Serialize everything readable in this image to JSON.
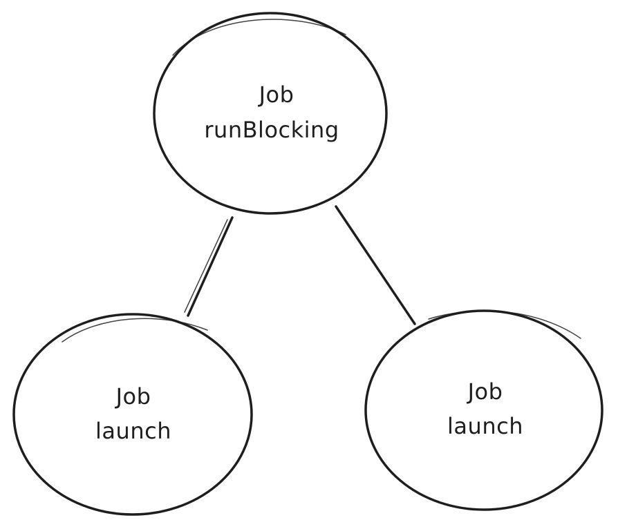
{
  "diagram": {
    "nodes": [
      {
        "id": "root",
        "line1": "Job",
        "line2": "runBlocking"
      },
      {
        "id": "left",
        "line1": "Job",
        "line2": "launch"
      },
      {
        "id": "right",
        "line1": "Job",
        "line2": "launch"
      }
    ],
    "edges": [
      {
        "from": "root",
        "to": "left"
      },
      {
        "from": "root",
        "to": "right"
      }
    ]
  }
}
